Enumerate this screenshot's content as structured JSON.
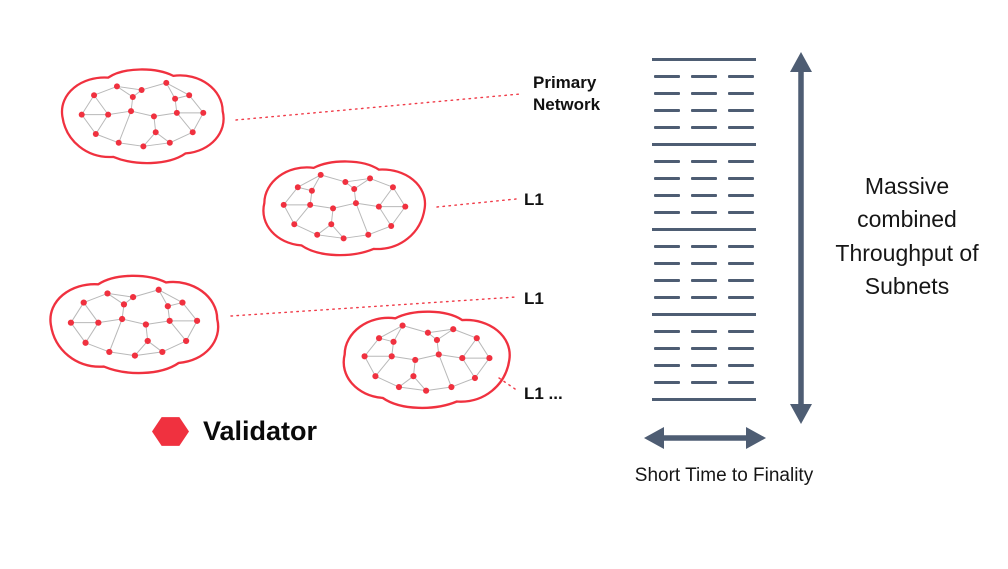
{
  "diagram": {
    "labels": {
      "primary_network": "Primary Network",
      "l1_top": "L1",
      "l1_mid": "L1",
      "l1_more": "L1 ...",
      "validator_legend": "Validator",
      "throughput": "Massive combined Throughput of Subnets",
      "finality": "Short Time to Finality"
    },
    "colors": {
      "validator_red": "#f0313f",
      "edge_gray": "#b8b8b8",
      "arrow_slate": "#4e5d73",
      "text_dark": "#111111"
    }
  }
}
